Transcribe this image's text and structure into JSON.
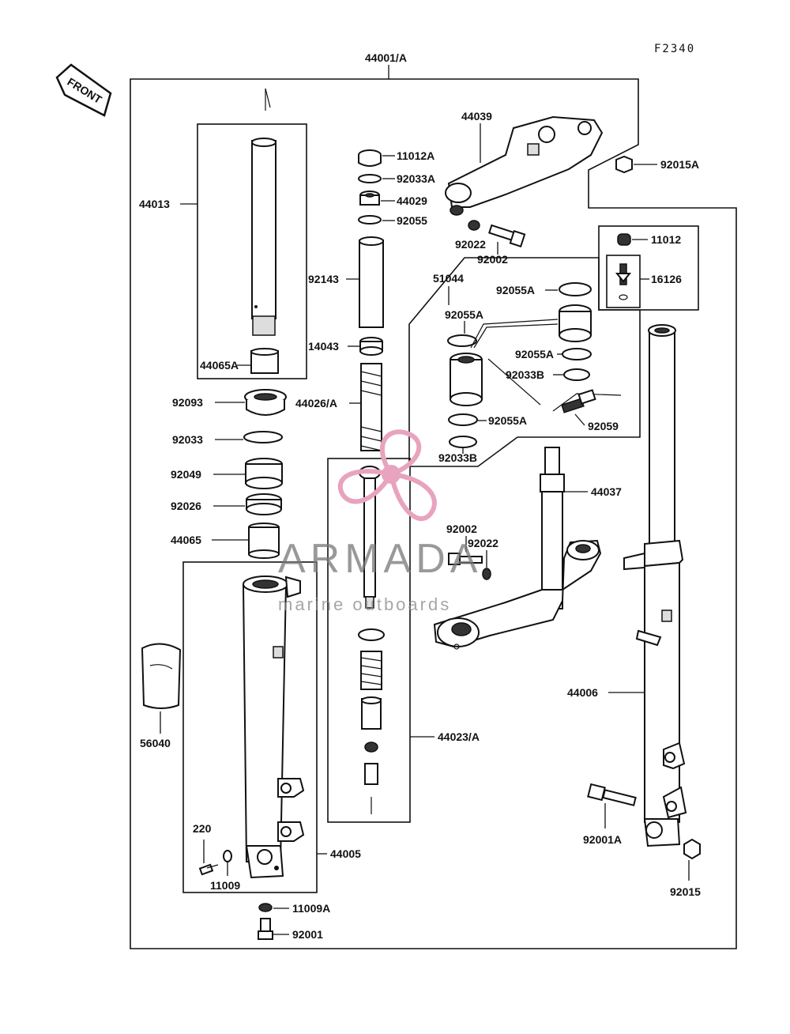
{
  "figure_id": "F2340",
  "front_label": "FRONT",
  "part_labels": {
    "p44001A": "44001/A",
    "p44039": "44039",
    "p92015A": "92015A",
    "p11012A": "11012A",
    "p92033A": "92033A",
    "p44029": "44029",
    "p92055": "92055",
    "p92022a": "92022",
    "p92002a": "92002",
    "p11012": "11012",
    "p16126": "16126",
    "p44013": "44013",
    "p92143": "92143",
    "p51044": "51044",
    "p92055A_1": "92055A",
    "p92055A_2": "92055A",
    "p92055A_3": "92055A",
    "p92055A_4": "92055A",
    "p92033B_1": "92033B",
    "p92033B_2": "92033B",
    "p14043": "14043",
    "p44065A": "44065A",
    "p92093": "92093",
    "p44026A": "44026/A",
    "p92059": "92059",
    "p92033": "92033",
    "p92049": "92049",
    "p92026": "92026",
    "p44037": "44037",
    "p44065": "44065",
    "p92002b": "92002",
    "p92022b": "92022",
    "p44006": "44006",
    "p56040": "56040",
    "p44023A": "44023/A",
    "p220": "220",
    "p92001A": "92001A",
    "p44005": "44005",
    "p11009": "11009",
    "p11009A": "11009A",
    "p92015": "92015",
    "p92001": "92001"
  },
  "watermark": {
    "brand": "ARMADA",
    "tagline": "marine outboards",
    "color": "#e8a3be"
  }
}
